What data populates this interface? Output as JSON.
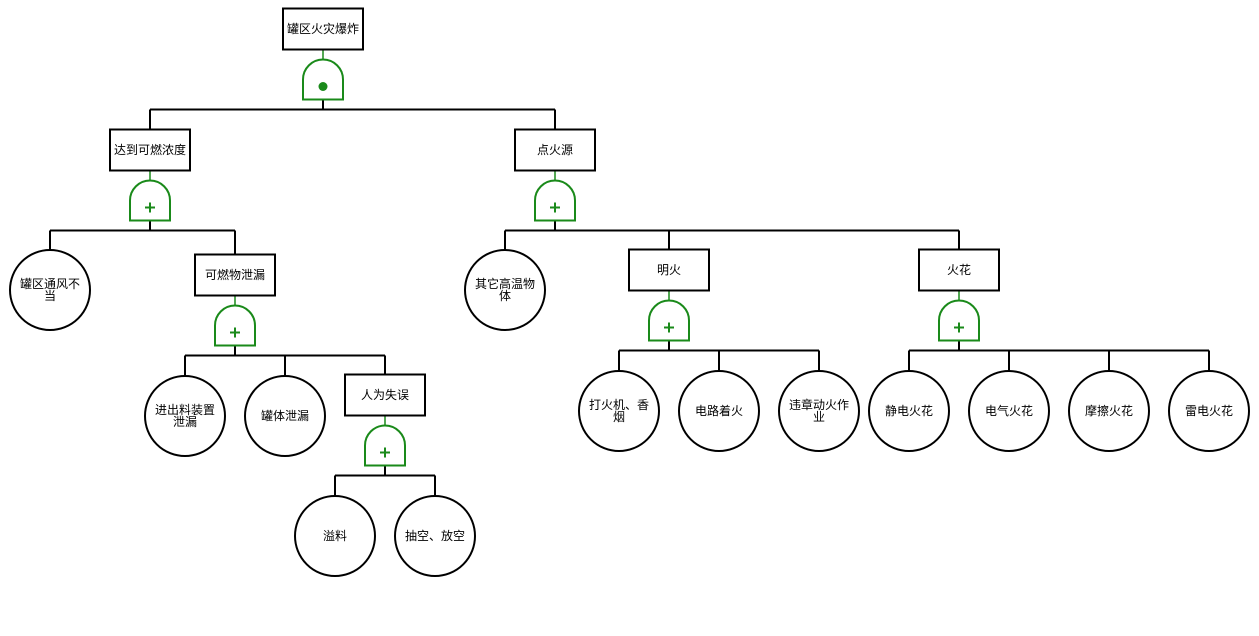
{
  "diagram": {
    "type": "fault-tree",
    "colors": {
      "line": "#000000",
      "gate": "#1a8a1a",
      "fill": "#ffffff"
    },
    "events": [
      {
        "id": "top",
        "label": "罐区火灾爆炸",
        "shape": "rect",
        "gate": "and"
      },
      {
        "id": "e1",
        "label": "达到可燃浓度",
        "shape": "rect",
        "gate": "or"
      },
      {
        "id": "e2",
        "label": "点火源",
        "shape": "rect",
        "gate": "or"
      },
      {
        "id": "b1",
        "label": "罐区通风不当",
        "shape": "circle"
      },
      {
        "id": "e3",
        "label": "可燃物泄漏",
        "shape": "rect",
        "gate": "or"
      },
      {
        "id": "b2",
        "label": "进出料装置泄漏",
        "shape": "circle"
      },
      {
        "id": "b3",
        "label": "罐体泄漏",
        "shape": "circle"
      },
      {
        "id": "e4",
        "label": "人为失误",
        "shape": "rect",
        "gate": "or"
      },
      {
        "id": "b4",
        "label": "溢料",
        "shape": "circle"
      },
      {
        "id": "b5",
        "label": "抽空、放空",
        "shape": "circle"
      },
      {
        "id": "b6",
        "label": "其它高温物体",
        "shape": "circle"
      },
      {
        "id": "e5",
        "label": "明火",
        "shape": "rect",
        "gate": "or"
      },
      {
        "id": "e6",
        "label": "火花",
        "shape": "rect",
        "gate": "or"
      },
      {
        "id": "b7",
        "label": "打火机、香烟",
        "shape": "circle"
      },
      {
        "id": "b8",
        "label": "电路着火",
        "shape": "circle"
      },
      {
        "id": "b9",
        "label": "违章动火作业",
        "shape": "circle"
      },
      {
        "id": "b10",
        "label": "静电火花",
        "shape": "circle"
      },
      {
        "id": "b11",
        "label": "电气火花",
        "shape": "circle"
      },
      {
        "id": "b12",
        "label": "摩擦火花",
        "shape": "circle"
      },
      {
        "id": "b13",
        "label": "雷电火花",
        "shape": "circle"
      }
    ],
    "links": [
      {
        "parent": "top",
        "children": [
          "e1",
          "e2"
        ]
      },
      {
        "parent": "e1",
        "children": [
          "b1",
          "e3"
        ]
      },
      {
        "parent": "e3",
        "children": [
          "b2",
          "b3",
          "e4"
        ]
      },
      {
        "parent": "e4",
        "children": [
          "b4",
          "b5"
        ]
      },
      {
        "parent": "e2",
        "children": [
          "b6",
          "e5",
          "e6"
        ]
      },
      {
        "parent": "e5",
        "children": [
          "b7",
          "b8",
          "b9"
        ]
      },
      {
        "parent": "e6",
        "children": [
          "b10",
          "b11",
          "b12",
          "b13"
        ]
      }
    ]
  }
}
